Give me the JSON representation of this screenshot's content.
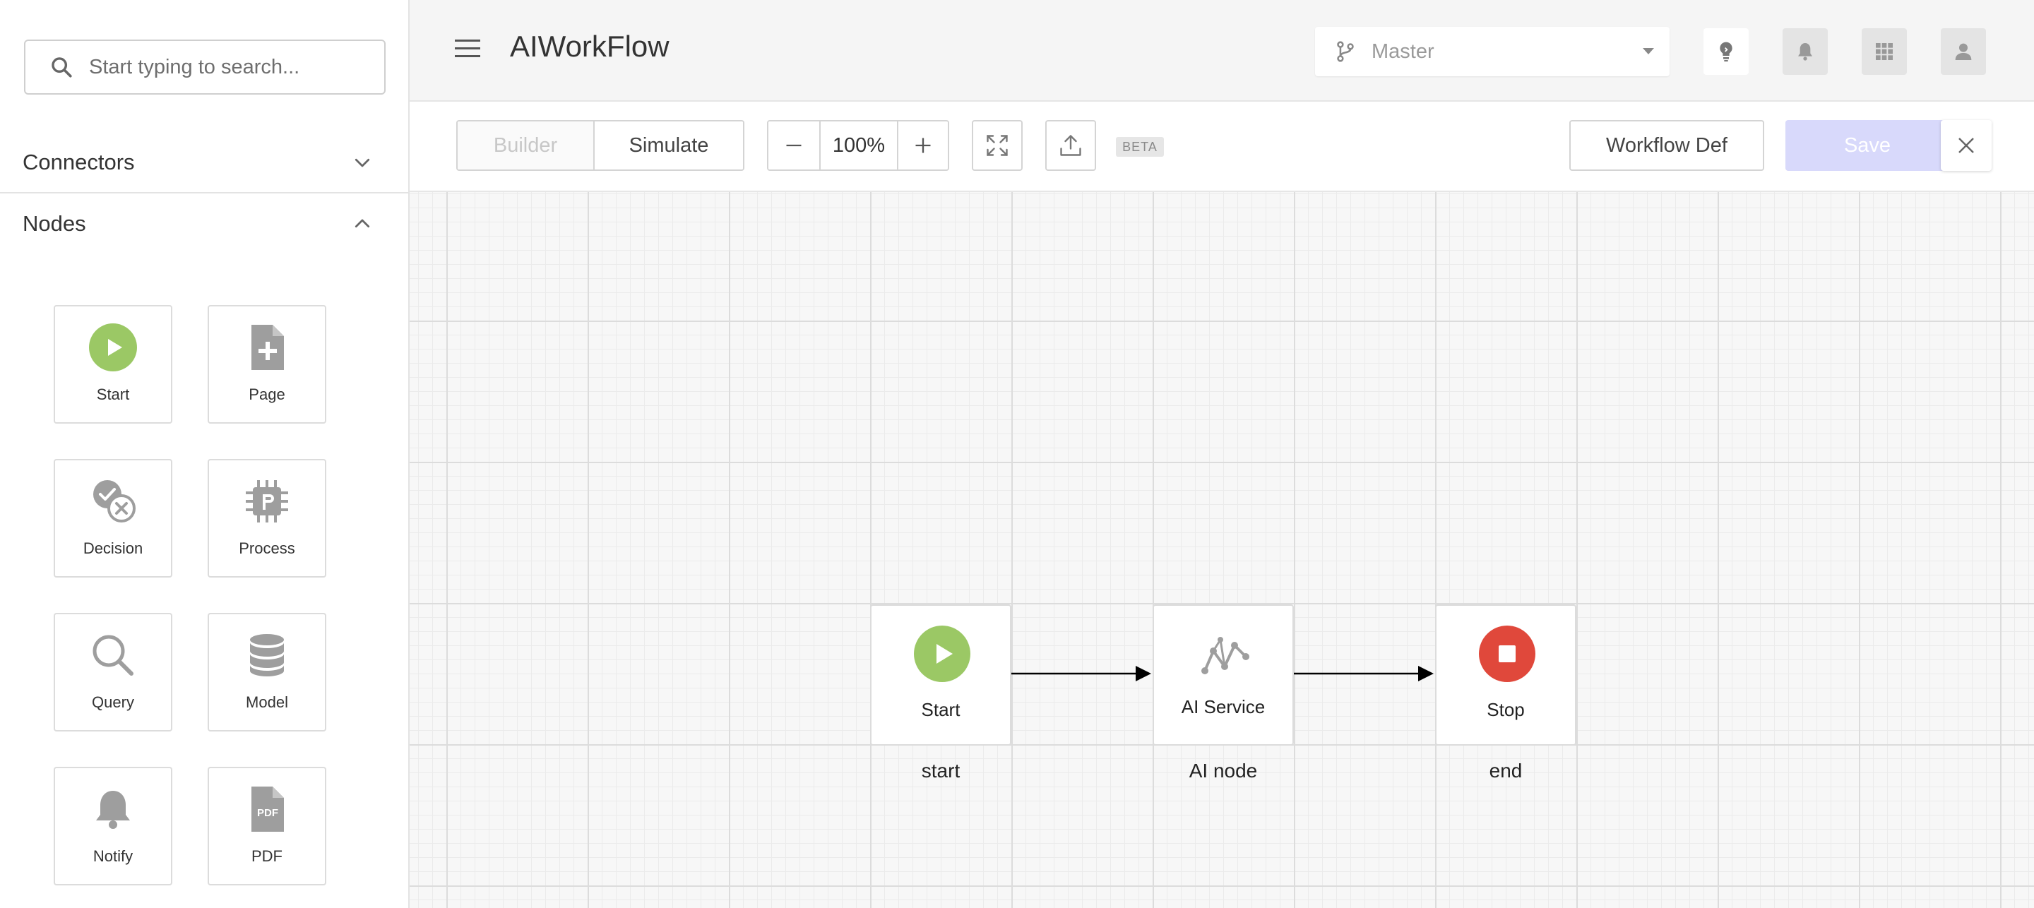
{
  "sidebar": {
    "search": {
      "placeholder": "Start typing to search..."
    },
    "connectors_label": "Connectors",
    "nodes_label": "Nodes",
    "tiles": [
      {
        "label": "Start",
        "icon": "play-circle-icon"
      },
      {
        "label": "Page",
        "icon": "page-add-icon"
      },
      {
        "label": "Decision",
        "icon": "decision-icon"
      },
      {
        "label": "Process",
        "icon": "chip-icon"
      },
      {
        "label": "Query",
        "icon": "search-icon"
      },
      {
        "label": "Model",
        "icon": "database-icon"
      },
      {
        "label": "Notify",
        "icon": "bell-icon"
      },
      {
        "label": "PDF",
        "icon": "pdf-icon",
        "icon_text": "PDF"
      }
    ]
  },
  "header": {
    "title": "AIWorkFlow",
    "branch": "Master"
  },
  "toolbar": {
    "builder": "Builder",
    "simulate": "Simulate",
    "zoom": "100%",
    "beta": "BETA",
    "workflow_def": "Workflow Def",
    "save": "Save"
  },
  "canvas": {
    "nodes": [
      {
        "title": "Start",
        "subtitle": "start",
        "icon": "play-circle-icon"
      },
      {
        "title": "AI Service",
        "subtitle": "AI node",
        "icon": "ai-graph-icon"
      },
      {
        "title": "Stop",
        "subtitle": "end",
        "icon": "stop-circle-icon"
      }
    ]
  },
  "colors": {
    "start_green": "#9bc865",
    "stop_red": "#e0483b",
    "save_disabled": "#d8d9fb",
    "icon_gray": "#9e9e9e"
  }
}
